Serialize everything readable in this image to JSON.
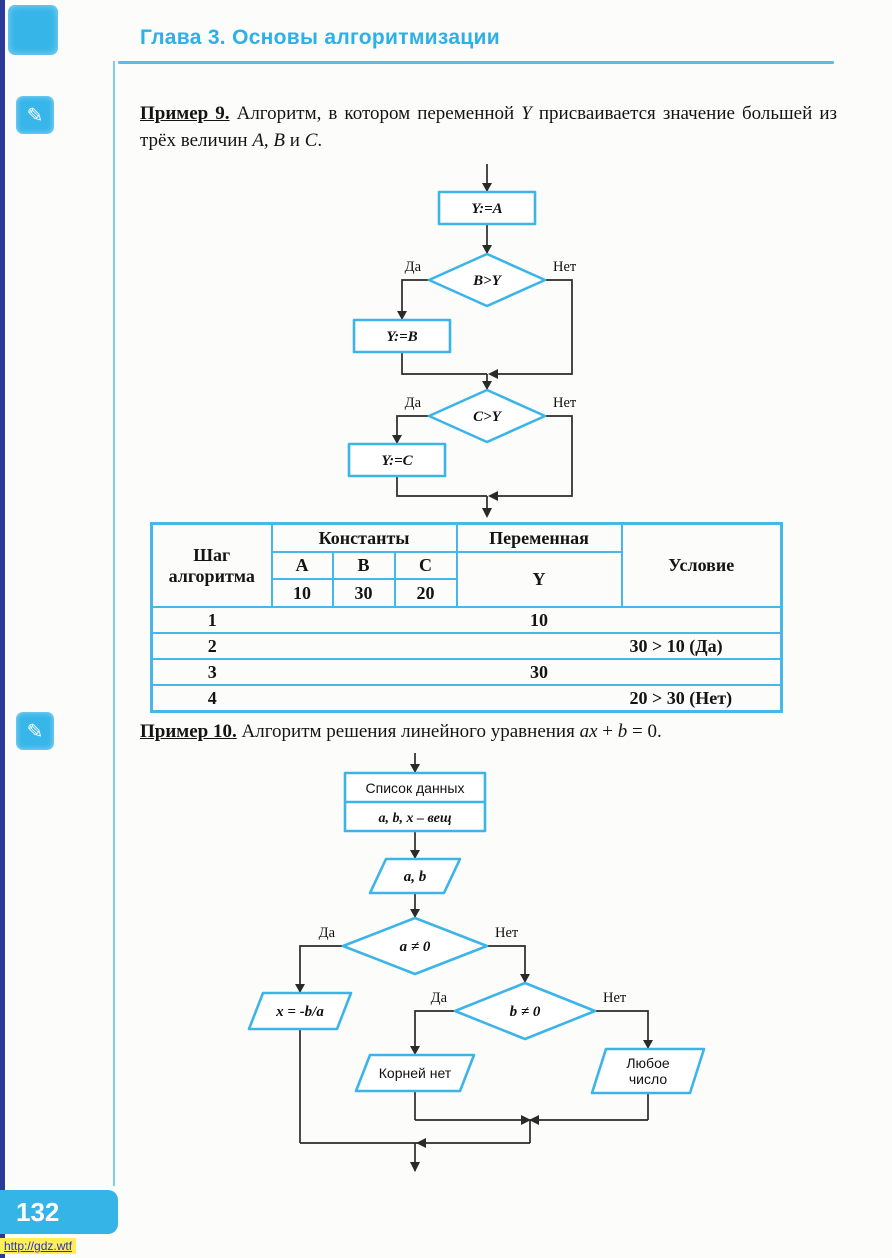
{
  "header": {
    "chapter_title": "Глава 3. Основы алгоритмизации"
  },
  "icons": {
    "pencil": "✎"
  },
  "example9": {
    "label": "Пример 9.",
    "t1": " Алгоритм, в котором переменной ",
    "v1": "Y",
    "t2": " присваивается значение большей из трёх величин ",
    "v2": "A",
    "t3": ", ",
    "v3": "B",
    "t4": " и ",
    "v4": "C",
    "t5": "."
  },
  "flowchart1": {
    "assign_a": "Y:=A",
    "cond1": "B>Y",
    "assign_b": "Y:=B",
    "cond2": "C>Y",
    "assign_c": "Y:=C",
    "yes": "Да",
    "no": "Нет"
  },
  "table": {
    "header_step": "Шаг алгоритма",
    "header_constants": "Константы",
    "header_variable": "Переменная",
    "header_condition": "Условие",
    "const_names": [
      "A",
      "B",
      "C"
    ],
    "const_values": [
      "10",
      "30",
      "20"
    ],
    "variable_name": "Y",
    "rows": [
      {
        "step": "1",
        "a": "",
        "b": "",
        "c": "",
        "y": "10",
        "condition": ""
      },
      {
        "step": "2",
        "a": "",
        "b": "",
        "c": "",
        "y": "",
        "condition": "30 > 10 (Да)"
      },
      {
        "step": "3",
        "a": "",
        "b": "",
        "c": "",
        "y": "30",
        "condition": ""
      },
      {
        "step": "4",
        "a": "",
        "b": "",
        "c": "",
        "y": "",
        "condition": "20 > 30 (Нет)"
      }
    ]
  },
  "example10": {
    "label": "Пример 10.",
    "t1": " Алгоритм решения линейного уравнения ",
    "v1": "ax",
    "t2": " + ",
    "v2": "b",
    "t3": " = 0."
  },
  "flowchart2": {
    "data_block_title": "Список данных",
    "data_block_vars": "a, b, x – вещ",
    "input": "a, b",
    "cond1": "a ≠ 0",
    "result_x": "x = -b/a",
    "cond2": "b ≠ 0",
    "result_no_roots": "Корней нет",
    "result_any_1": "Любое",
    "result_any_2": "число",
    "yes": "Да",
    "no": "Нет"
  },
  "footer": {
    "page_number": "132",
    "watermark": "http://gdz.wtf"
  },
  "colors": {
    "accent": "#38b3e8",
    "line": "#2a2a2a",
    "page_number_bg": "#35b4e8",
    "watermark_bg": "#ffee55"
  }
}
